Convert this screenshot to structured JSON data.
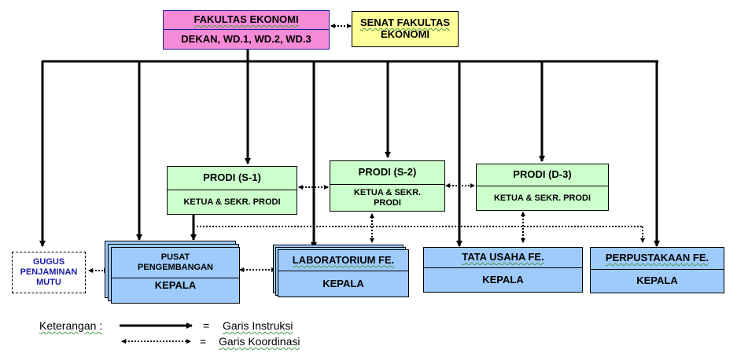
{
  "diagram": {
    "top": {
      "faculty": {
        "title": "FAKULTAS  EKONOMI",
        "subtitle": "DEKAN, WD.1,  WD.2,  WD.3"
      },
      "senate": {
        "line1": "SENAT  FAKULTAS",
        "line2": "EKONOMI"
      }
    },
    "prodi": [
      {
        "title": "PRODI (S-1)",
        "subtitle": "KETUA & SEKR. PRODI"
      },
      {
        "title": "PRODI (S-2)",
        "subtitle_line1": "KETUA & SEKR.",
        "subtitle_line2": "PRODI"
      },
      {
        "title": "PRODI (D-3)",
        "subtitle": "KETUA & SEKR. PRODI"
      }
    ],
    "units": {
      "gugus": {
        "line1": "GUGUS",
        "line2": "PENJAMINAN",
        "line3": "MUTU"
      },
      "pusat": {
        "line1": "PUSAT",
        "line2": "PENGEMBANGAN",
        "head": "KEPALA"
      },
      "lab": {
        "title": "LABORATORIUM  FE.",
        "head": "KEPALA"
      },
      "tata_usaha": {
        "title": "TATA  USAHA  FE.",
        "head": "KEPALA"
      },
      "perpustakaan": {
        "title": "PERPUSTAKAAN FE.",
        "head": "KEPALA"
      }
    },
    "legend": {
      "label": "Keterangan :",
      "items": [
        {
          "symbol": "=",
          "text": "Garis  Instruksi",
          "line": "solid-arrow"
        },
        {
          "symbol": "=",
          "text": "Garis  Koordinasi",
          "line": "dotted-double-arrow"
        }
      ]
    },
    "colors": {
      "faculty": "#f58ad6",
      "senate": "#ffff99",
      "prodi": "#ccffcc",
      "unit": "#9ecbfb",
      "gugus_text": "#1a1aa6"
    }
  }
}
